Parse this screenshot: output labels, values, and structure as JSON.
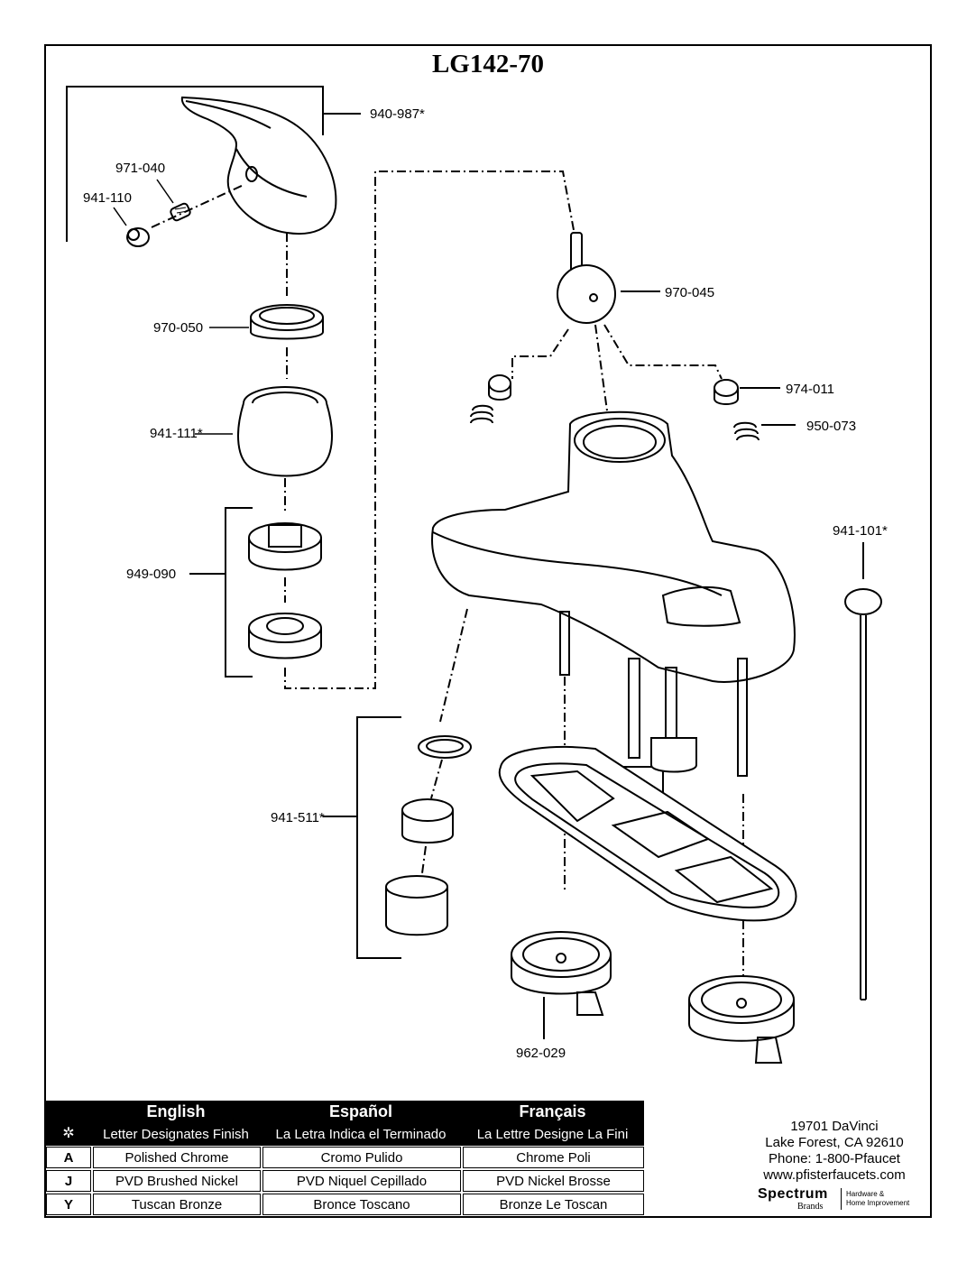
{
  "title": "LG142-70",
  "parts": [
    {
      "id": "940-987",
      "label": "940-987*"
    },
    {
      "id": "971-040",
      "label": "971-040"
    },
    {
      "id": "941-110",
      "label": "941-110"
    },
    {
      "id": "970-050",
      "label": "970-050"
    },
    {
      "id": "941-111",
      "label": "941-111*"
    },
    {
      "id": "949-090",
      "label": "949-090"
    },
    {
      "id": "970-045",
      "label": "970-045"
    },
    {
      "id": "974-011",
      "label": "974-011"
    },
    {
      "id": "950-073",
      "label": "950-073"
    },
    {
      "id": "941-101",
      "label": "941-101*"
    },
    {
      "id": "941-511",
      "label": "941-511*"
    },
    {
      "id": "962-029",
      "label": "962-029"
    }
  ],
  "finish_table": {
    "languages": [
      "English",
      "Español",
      "Français"
    ],
    "subheaders": [
      "Letter Designates Finish",
      "La Letra Indica el Terminado",
      "La Lettre Designe La Fini"
    ],
    "star": "✲",
    "rows": [
      {
        "code": "A",
        "english": "Polished Chrome",
        "spanish": "Cromo Pulido",
        "french": "Chrome Poli"
      },
      {
        "code": "J",
        "english": "PVD Brushed Nickel",
        "spanish": "PVD Niquel Cepillado",
        "french": "PVD Nickel Brosse"
      },
      {
        "code": "Y",
        "english": "Tuscan Bronze",
        "spanish": "Bronce Toscano",
        "french": "Bronze Le Toscan"
      }
    ]
  },
  "contact": {
    "street": "19701 DaVinci",
    "city": "Lake Forest, CA 92610",
    "phone": "Phone: 1-800-Pfaucet",
    "web": "www.pfisterfaucets.com"
  },
  "brand": {
    "name": "Spectrum",
    "sub": "Brands",
    "tag_line1": "Hardware &",
    "tag_line2": "Home Improvement"
  }
}
